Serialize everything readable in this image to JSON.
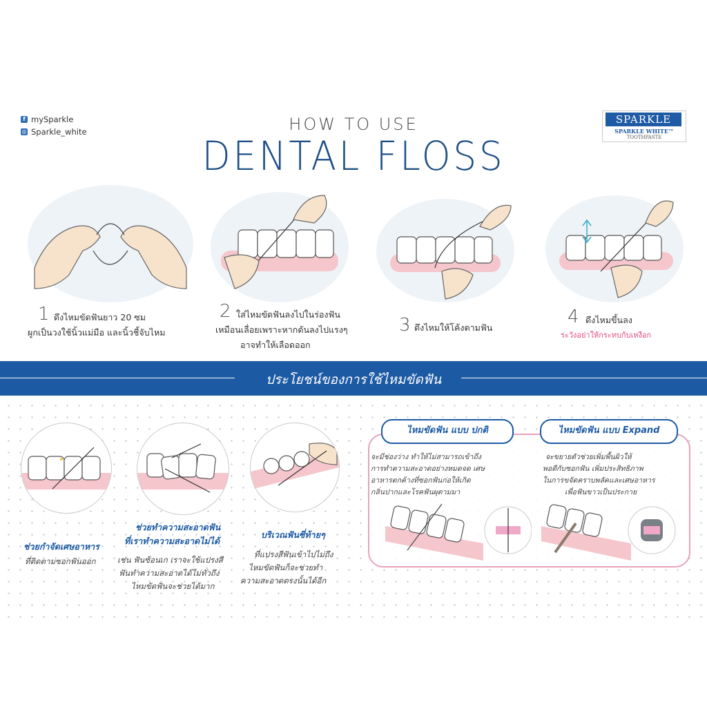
{
  "social": {
    "facebook": "mySparkle",
    "instagram": "Sparkle_white"
  },
  "header": {
    "subtitle": "HOW TO USE",
    "title": "DENTAL FLOSS"
  },
  "brand": {
    "name": "SPARKLE",
    "line1": "SPARKLE WHITE™",
    "line2": "TOOTHPASTE"
  },
  "steps": [
    {
      "num": "1",
      "line1": "ดึงไหมขัดฟันยาว 20 ซม",
      "line2": "ผูกเป็นวงใช้นิ้วแม่มือ และนิ้วชี้จับไหม"
    },
    {
      "num": "2",
      "line1": "ใส่ไหมขัดฟันลงไปในร่องฟัน",
      "line2": "เหมือนเลื่อยเพราะหากดันลงไปแรงๆ",
      "line3": "อาจทำให้เลือดออก"
    },
    {
      "num": "3",
      "line1": "ดึงไหมให้โค้งตามฟัน"
    },
    {
      "num": "4",
      "line1": "ดึงไหมขึ้นลง",
      "warning": "ระวังอย่าให้กระทบกับเหงือก"
    }
  ],
  "benefits": {
    "heading": "ประโยชน์ของการใช้ไหมขัดฟัน",
    "items": [
      {
        "title": "ช่วยกำจัดเศษอาหาร",
        "body": [
          "ที่ติดตามซอกฟันออก"
        ]
      },
      {
        "title_lines": [
          "ช่วยทำความสะอาดฟัน",
          "ที่เราทำความสะอาดไม่ได้"
        ],
        "body": [
          "เช่น ฟันซ้อนเก เราจะใช้แปรงสี",
          "ฟันทำความสะอาดได้ไม่ทั่วถึง",
          "ไหมขัดฟันจะช่วยได้มาก"
        ]
      },
      {
        "title": "บริเวณฟันซี่ท้ายๆ",
        "body": [
          "ที่แปรงสีฟันเข้าไปไม่ถึง",
          "ไหมขัดฟันก็จะช่วยทำ",
          "ความสะอาดตรงนั้นได้อีก"
        ]
      }
    ]
  },
  "compare": {
    "normal": {
      "label": "ไหมขัดฟัน แบบ ปกติ",
      "body": [
        "จะมีช่องว่าง ทำให้ไม่สามารถเข้าถึง",
        "การทำความสะอาดอย่างหมดจด เศษ",
        "อาหารตกค้างที่ซอกฟันก่อให้เกิด",
        "กลิ่นปากและโรคฟันผุตามมา"
      ]
    },
    "expand": {
      "label": "ไหมขัดฟัน แบบ Expand",
      "body": [
        "จะขยายตัวช่วยเพิ่มพื้นผิวให้",
        "พอดีกับซอกฟัน เพิ่มประสิทธิภาพ",
        "ในการขจัดคราบพลัคและเศษอาหาร",
        "เพื่อฟันขาวเป็นประกาย"
      ]
    }
  },
  "colors": {
    "brand_blue": "#1c5aa4",
    "pink": "#e24b79",
    "gum": "#f5c6cc"
  }
}
